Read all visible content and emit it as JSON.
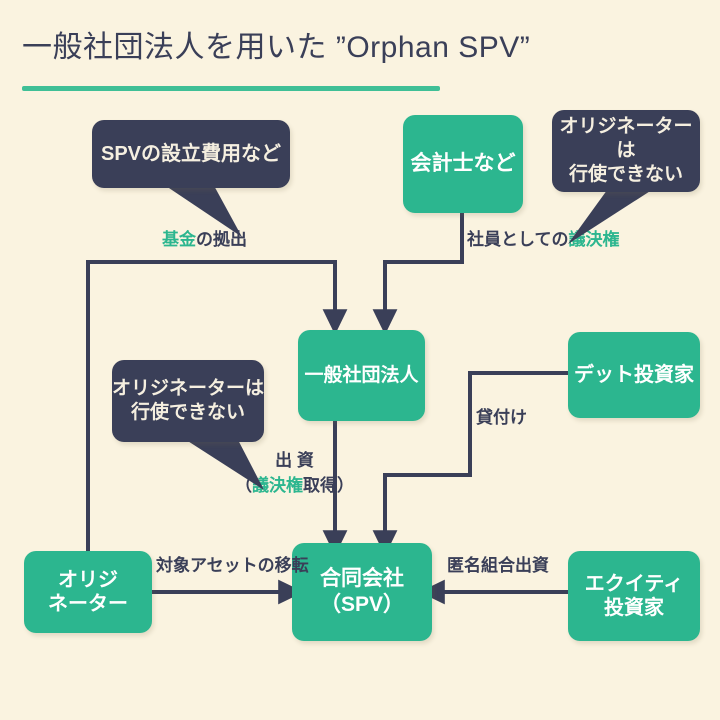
{
  "page": {
    "title": "一般社団法人を用いた ”Orphan SPV”",
    "background_color": "#faf3e0",
    "accent_color": "#2cb68f",
    "dark_color": "#3a3f58",
    "rule_color": "#3fbf96"
  },
  "nodes": [
    {
      "id": "accountant",
      "label": "会計士など"
    },
    {
      "id": "ippan",
      "label": "一般社団法人"
    },
    {
      "id": "debt",
      "label": "デット投資家"
    },
    {
      "id": "originator",
      "label": "オリジ\nネーター"
    },
    {
      "id": "spv",
      "label": "合同会社\n（SPV）"
    },
    {
      "id": "equity",
      "label": "エクイティ\n投資家"
    }
  ],
  "callouts": [
    {
      "id": "setup-cost",
      "label": "SPVの設立費用など"
    },
    {
      "id": "originator-no-1",
      "label": "オリジネーターは\n行使できない"
    },
    {
      "id": "originator-no-2",
      "label": "オリジネーターは\n行使できない"
    }
  ],
  "edge_labels": {
    "fund_contribution": {
      "plain_a": "",
      "highlight": "基金",
      "plain_b": "の拠出"
    },
    "voting_right": {
      "plain_a": "社員としての",
      "highlight": "議決権",
      "plain_b": ""
    },
    "investment_line1": "出 資",
    "investment_line2": {
      "paren_open": "（",
      "highlight": "議決権",
      "plain": "取得",
      "paren_close": "）"
    },
    "loan": "貸付け",
    "asset_transfer": "対象アセットの移転",
    "tk_investment": "匿名組合出資"
  }
}
